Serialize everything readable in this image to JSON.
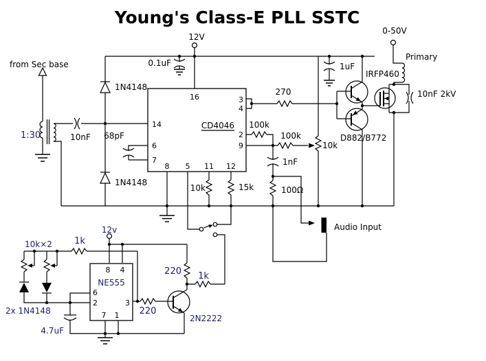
{
  "title": "Young's Class-E PLL SSTC",
  "colors": {
    "wire": "#000000",
    "label": "#000000",
    "label_accent": "#1d1d6b",
    "background": "#ffffff"
  },
  "schematic": {
    "power": {
      "v12_main": "12V",
      "v12_timer": "12v",
      "hv_supply": "0-50V"
    },
    "labels": {
      "input": "from Sec base",
      "turns_ratio": "1:30",
      "primary": "Primary",
      "audio_input": "Audio Input"
    },
    "ic_pll": {
      "name": "CD4046",
      "pins": {
        "p16": "16",
        "p14": "14",
        "p6": "6",
        "p7": "7",
        "p8": "8",
        "p5": "5",
        "p11": "11",
        "p12": "12",
        "p3": "3",
        "p4": "4",
        "p2": "2",
        "p9": "9"
      }
    },
    "ic_timer": {
      "name": "NE555",
      "pins": {
        "p8": "8",
        "p4": "4",
        "p6": "6",
        "p2": "2",
        "p3": "3",
        "p7": "7",
        "p1": "1"
      }
    },
    "capacitors": {
      "c_decouple": "0.1uF",
      "c_couple": "10nF",
      "c_vco": "68pF",
      "c_loop": "1nF",
      "c_gate": "1uF",
      "c_snub": "10nF 2kV",
      "c_timing": "4.7uF"
    },
    "resistors": {
      "r_gate": "270",
      "r_loop_a": "100k",
      "r_loop_b": "100k",
      "pot_bias": "10k",
      "r_pin11": "10k",
      "r_pin12": "15k",
      "r_audio": "100Ω",
      "pot_duty": "10k×2",
      "r_timer_feed": "1k",
      "r_base_pull": "1k",
      "r_base": "220",
      "r_collector": "220"
    },
    "semiconductors": {
      "d_clamp_top": "1N4148",
      "d_clamp_bot": "1N4148",
      "d_steering": "2x 1N4148",
      "q_driver": "D882/B772",
      "q_switch": "IRFP460",
      "q_mod": "2N2222"
    }
  }
}
